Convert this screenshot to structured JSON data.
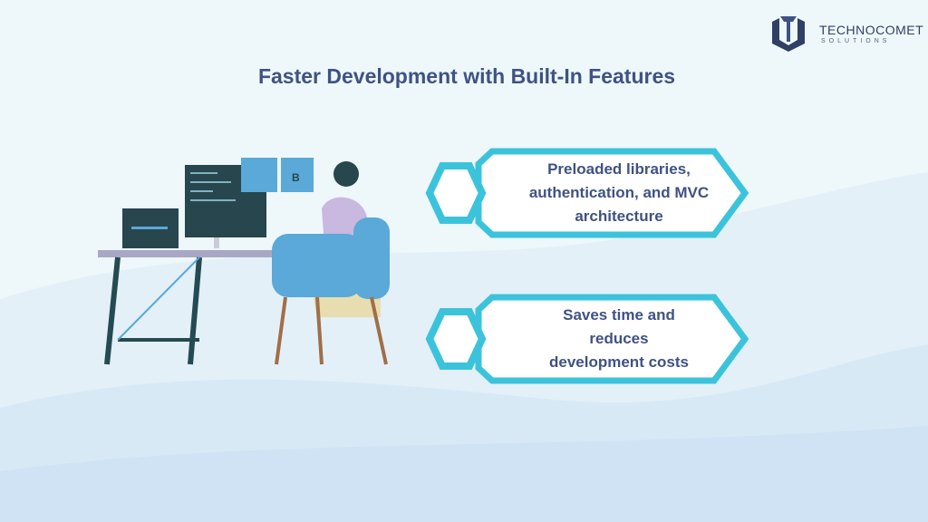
{
  "title": "Faster Development with Built-In Features",
  "logo": {
    "name": "TECHNOCOMET",
    "subtitle": "SOLUTIONS"
  },
  "features": [
    {
      "text": "Preloaded libraries, authentication, and MVC architecture"
    },
    {
      "text": "Saves time and reduces development costs"
    }
  ],
  "colors": {
    "accent": "#3cc3dc",
    "text": "#3f5283",
    "logo": "#2f3f66"
  }
}
